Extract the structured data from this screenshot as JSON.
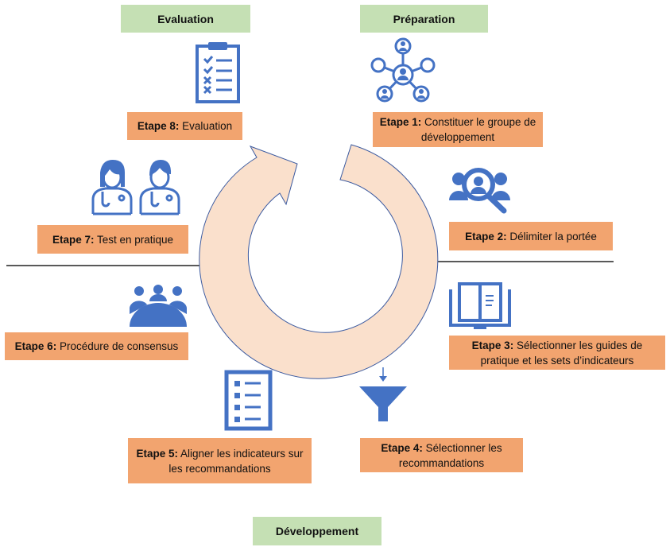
{
  "phases": {
    "evaluation": "Evaluation",
    "preparation": "Préparation",
    "development": "Développement"
  },
  "steps": [
    {
      "label": "Etape 1:",
      "text": " Constituer le groupe de développement"
    },
    {
      "label": "Etape 2:",
      "text": " Délimiter la portée"
    },
    {
      "label": "Etape 3:",
      "text": " Sélectionner les guides de pratique et les sets d’indicateurs"
    },
    {
      "label": "Etape 4:",
      "text": "  Sélectionner les recommandations"
    },
    {
      "label": "Etape 5:",
      "text": " Aligner les indicateurs sur les recommandations"
    },
    {
      "label": "Etape 6:",
      "text": " Procédure de consensus"
    },
    {
      "label": "Etape 7:",
      "text": " Test en pratique"
    },
    {
      "label": "Etape 8:",
      "text": " Evaluation"
    }
  ],
  "colors": {
    "phase": "#c5e0b4",
    "step": "#f2a46f",
    "icon": "#4472c4",
    "cycle": "#fae0cc"
  }
}
